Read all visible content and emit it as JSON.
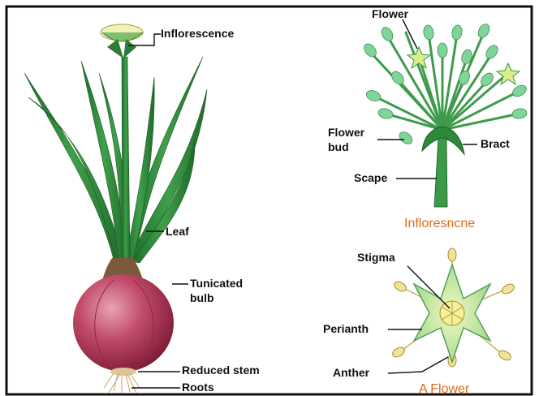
{
  "labels": {
    "inflorescence": "Inflorescence",
    "leaf": "Leaf",
    "tunicated_bulb_1": "Tunicated",
    "tunicated_bulb_2": "bulb",
    "reduced_stem": "Reduced stem",
    "roots": "Roots",
    "flower": "Flower",
    "flower_bud_1": "Flower",
    "flower_bud_2": "bud",
    "bract": "Bract",
    "scape": "Scape",
    "stigma": "Stigma",
    "perianth": "Perianth",
    "anther": "Anther"
  },
  "captions": {
    "inflorescence": "Infloresncne",
    "flower": "A Flower"
  },
  "colors": {
    "caption": "#e06a1c",
    "leaf_green": "#2f8a3a",
    "bulb": "#b8385a",
    "flower_green": "#6cc88a",
    "border": "#111111"
  }
}
